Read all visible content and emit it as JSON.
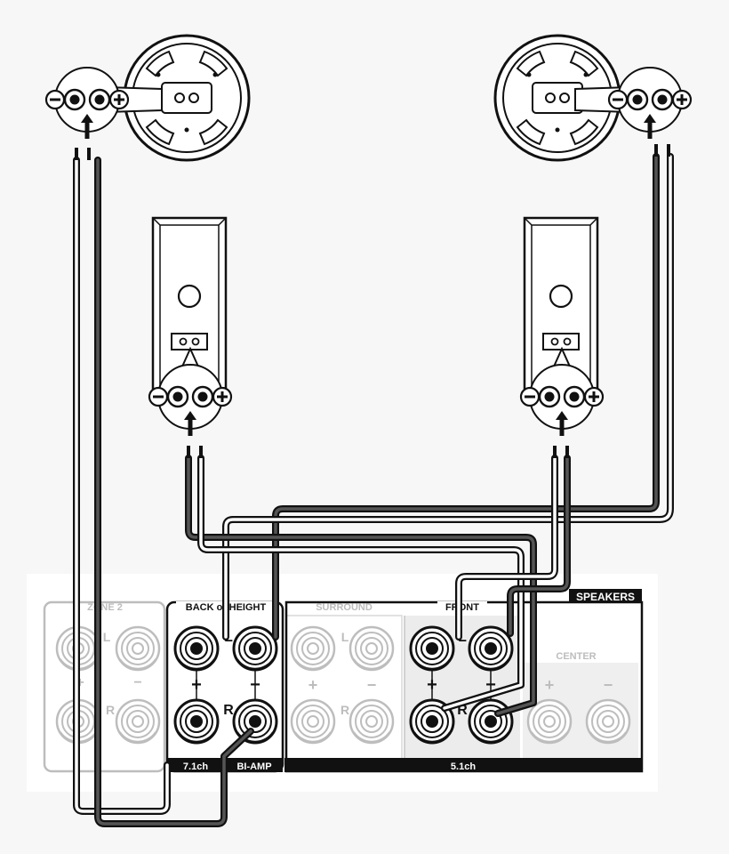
{
  "panel": {
    "speakers_label": "SPEAKERS",
    "zone2_label": "ZONE 2",
    "back_height_label": "BACK or HEIGHT",
    "surround_label": "SURROUND",
    "front_label": "FRONT",
    "center_label": "CENTER",
    "bottom_7ch": "7.1ch",
    "bottom_biamp": "BI-AMP",
    "bottom_51ch": "5.1ch",
    "left_letter": "L",
    "right_letter": "R",
    "plus_sign": "+",
    "minus_sign": "−"
  },
  "colors": {
    "active": "#111111",
    "inactive": "#bdbdbd",
    "background": "#f7f7f7"
  },
  "icons": [
    "ceiling-speaker-icon",
    "bookshelf-speaker-icon",
    "terminal-plus-icon",
    "terminal-minus-icon",
    "arrow-up-icon"
  ]
}
